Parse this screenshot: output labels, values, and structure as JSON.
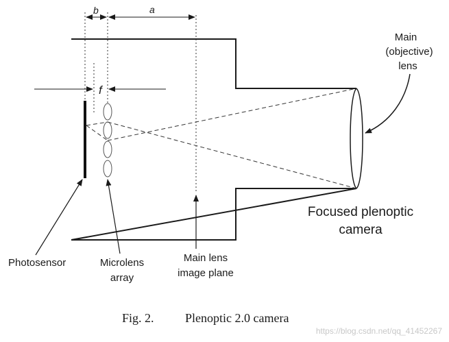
{
  "labels": {
    "dim_b": "b",
    "dim_a": "a",
    "dim_f": "f",
    "main_lens_line1": "Main",
    "main_lens_line2": "(objective)",
    "main_lens_line3": "lens",
    "focused_line1": "Focused plenoptic",
    "focused_line2": "camera",
    "photosensor": "Photosensor",
    "microlens_line1": "Microlens",
    "microlens_line2": "array",
    "image_plane_line1": "Main lens",
    "image_plane_line2": "image plane"
  },
  "caption": {
    "fig_label": "Fig. 2.",
    "title": "Plenoptic 2.0 camera"
  },
  "watermark": "https://blog.csdn.net/qq_41452267",
  "colors": {
    "line": "#1a1a1a",
    "dashed": "#333333",
    "watermark": "#c8c8c8"
  }
}
